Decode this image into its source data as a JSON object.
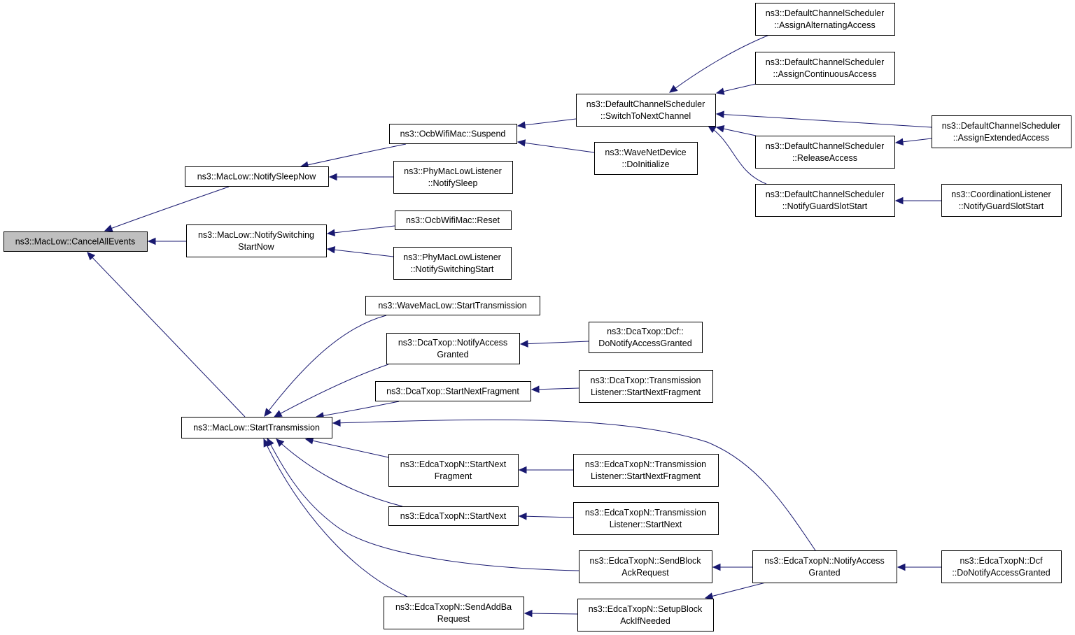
{
  "nodes": [
    {
      "id": "cancel_all_events",
      "lines": [
        "ns3::MacLow::CancelAllEvents"
      ],
      "highlight": true
    },
    {
      "id": "notify_sleep_now",
      "lines": [
        "ns3::MacLow::NotifySleepNow"
      ]
    },
    {
      "id": "notify_switching_start_now",
      "lines": [
        "ns3::MacLow::NotifySwitching",
        "StartNow"
      ]
    },
    {
      "id": "maclow_start_transmission",
      "lines": [
        "ns3::MacLow::StartTransmission"
      ]
    },
    {
      "id": "ocb_suspend",
      "lines": [
        "ns3::OcbWifiMac::Suspend"
      ]
    },
    {
      "id": "phy_notify_sleep",
      "lines": [
        "ns3::PhyMacLowListener",
        "::NotifySleep"
      ]
    },
    {
      "id": "ocb_reset",
      "lines": [
        "ns3::OcbWifiMac::Reset"
      ]
    },
    {
      "id": "phy_notify_switching_start",
      "lines": [
        "ns3::PhyMacLowListener",
        "::NotifySwitchingStart"
      ]
    },
    {
      "id": "switch_to_next_channel",
      "lines": [
        "ns3::DefaultChannelScheduler",
        "::SwitchToNextChannel"
      ]
    },
    {
      "id": "wave_do_initialize",
      "lines": [
        "ns3::WaveNetDevice",
        "::DoInitialize"
      ]
    },
    {
      "id": "assign_alternating_access",
      "lines": [
        "ns3::DefaultChannelScheduler",
        "::AssignAlternatingAccess"
      ]
    },
    {
      "id": "assign_continuous_access",
      "lines": [
        "ns3::DefaultChannelScheduler",
        "::AssignContinuousAccess"
      ]
    },
    {
      "id": "release_access",
      "lines": [
        "ns3::DefaultChannelScheduler",
        "::ReleaseAccess"
      ]
    },
    {
      "id": "notify_guard_slot_start",
      "lines": [
        "ns3::DefaultChannelScheduler",
        "::NotifyGuardSlotStart"
      ]
    },
    {
      "id": "assign_extended_access",
      "lines": [
        "ns3::DefaultChannelScheduler",
        "::AssignExtendedAccess"
      ]
    },
    {
      "id": "coord_notify_guard_slot_start",
      "lines": [
        "ns3::CoordinationListener",
        "::NotifyGuardSlotStart"
      ]
    },
    {
      "id": "wave_start_transmission",
      "lines": [
        "ns3::WaveMacLow::StartTransmission"
      ]
    },
    {
      "id": "dca_notify_access_granted",
      "lines": [
        "ns3::DcaTxop::NotifyAccess",
        "Granted"
      ]
    },
    {
      "id": "dca_start_next_fragment",
      "lines": [
        "ns3::DcaTxop::StartNextFragment"
      ]
    },
    {
      "id": "edca_start_next_fragment",
      "lines": [
        "ns3::EdcaTxopN::StartNext",
        "Fragment"
      ]
    },
    {
      "id": "edca_start_next",
      "lines": [
        "ns3::EdcaTxopN::StartNext"
      ]
    },
    {
      "id": "edca_send_block_ack_request",
      "lines": [
        "ns3::EdcaTxopN::SendBlock",
        "AckRequest"
      ]
    },
    {
      "id": "edca_send_add_ba_request",
      "lines": [
        "ns3::EdcaTxopN::SendAddBa",
        "Request"
      ]
    },
    {
      "id": "dca_dcf_do_notify_access_granted",
      "lines": [
        "ns3::DcaTxop::Dcf::",
        "DoNotifyAccessGranted"
      ]
    },
    {
      "id": "dca_tl_start_next_fragment",
      "lines": [
        "ns3::DcaTxop::Transmission",
        "Listener::StartNextFragment"
      ]
    },
    {
      "id": "edca_tl_start_next_fragment",
      "lines": [
        "ns3::EdcaTxopN::Transmission",
        "Listener::StartNextFragment"
      ]
    },
    {
      "id": "edca_tl_start_next",
      "lines": [
        "ns3::EdcaTxopN::Transmission",
        "Listener::StartNext"
      ]
    },
    {
      "id": "edca_setup_block_ack",
      "lines": [
        "ns3::EdcaTxopN::SetupBlock",
        "AckIfNeeded"
      ]
    },
    {
      "id": "edca_notify_access_granted",
      "lines": [
        "ns3::EdcaTxopN::NotifyAccess",
        "Granted"
      ]
    },
    {
      "id": "edca_dcf_do_notify_access_granted",
      "lines": [
        "ns3::EdcaTxopN::Dcf",
        "::DoNotifyAccessGranted"
      ]
    }
  ],
  "edges": [
    {
      "from": "notify_sleep_now",
      "to": "cancel_all_events"
    },
    {
      "from": "notify_switching_start_now",
      "to": "cancel_all_events"
    },
    {
      "from": "maclow_start_transmission",
      "to": "cancel_all_events"
    },
    {
      "from": "ocb_suspend",
      "to": "notify_sleep_now"
    },
    {
      "from": "phy_notify_sleep",
      "to": "notify_sleep_now"
    },
    {
      "from": "ocb_reset",
      "to": "notify_switching_start_now"
    },
    {
      "from": "phy_notify_switching_start",
      "to": "notify_switching_start_now"
    },
    {
      "from": "switch_to_next_channel",
      "to": "ocb_suspend"
    },
    {
      "from": "wave_do_initialize",
      "to": "ocb_suspend"
    },
    {
      "from": "assign_alternating_access",
      "to": "switch_to_next_channel"
    },
    {
      "from": "assign_continuous_access",
      "to": "switch_to_next_channel"
    },
    {
      "from": "assign_extended_access",
      "to": "switch_to_next_channel"
    },
    {
      "from": "release_access",
      "to": "switch_to_next_channel"
    },
    {
      "from": "notify_guard_slot_start",
      "to": "switch_to_next_channel"
    },
    {
      "from": "assign_extended_access",
      "to": "release_access"
    },
    {
      "from": "coord_notify_guard_slot_start",
      "to": "notify_guard_slot_start"
    },
    {
      "from": "wave_start_transmission",
      "to": "maclow_start_transmission"
    },
    {
      "from": "dca_notify_access_granted",
      "to": "maclow_start_transmission"
    },
    {
      "from": "dca_start_next_fragment",
      "to": "maclow_start_transmission"
    },
    {
      "from": "edca_notify_access_granted",
      "to": "maclow_start_transmission"
    },
    {
      "from": "edca_start_next_fragment",
      "to": "maclow_start_transmission"
    },
    {
      "from": "edca_start_next",
      "to": "maclow_start_transmission"
    },
    {
      "from": "edca_send_block_ack_request",
      "to": "maclow_start_transmission"
    },
    {
      "from": "edca_send_add_ba_request",
      "to": "maclow_start_transmission"
    },
    {
      "from": "dca_dcf_do_notify_access_granted",
      "to": "dca_notify_access_granted"
    },
    {
      "from": "dca_tl_start_next_fragment",
      "to": "dca_start_next_fragment"
    },
    {
      "from": "edca_tl_start_next_fragment",
      "to": "edca_start_next_fragment"
    },
    {
      "from": "edca_tl_start_next",
      "to": "edca_start_next"
    },
    {
      "from": "edca_notify_access_granted",
      "to": "edca_send_block_ack_request"
    },
    {
      "from": "edca_setup_block_ack",
      "to": "edca_send_add_ba_request"
    },
    {
      "from": "edca_notify_access_granted",
      "to": "edca_setup_block_ack"
    },
    {
      "from": "edca_dcf_do_notify_access_granted",
      "to": "edca_notify_access_granted"
    }
  ],
  "colors": {
    "edge": "#191970",
    "highlight_fill": "#bfbfbf",
    "node_fill": "#ffffff",
    "node_border": "#000000"
  }
}
